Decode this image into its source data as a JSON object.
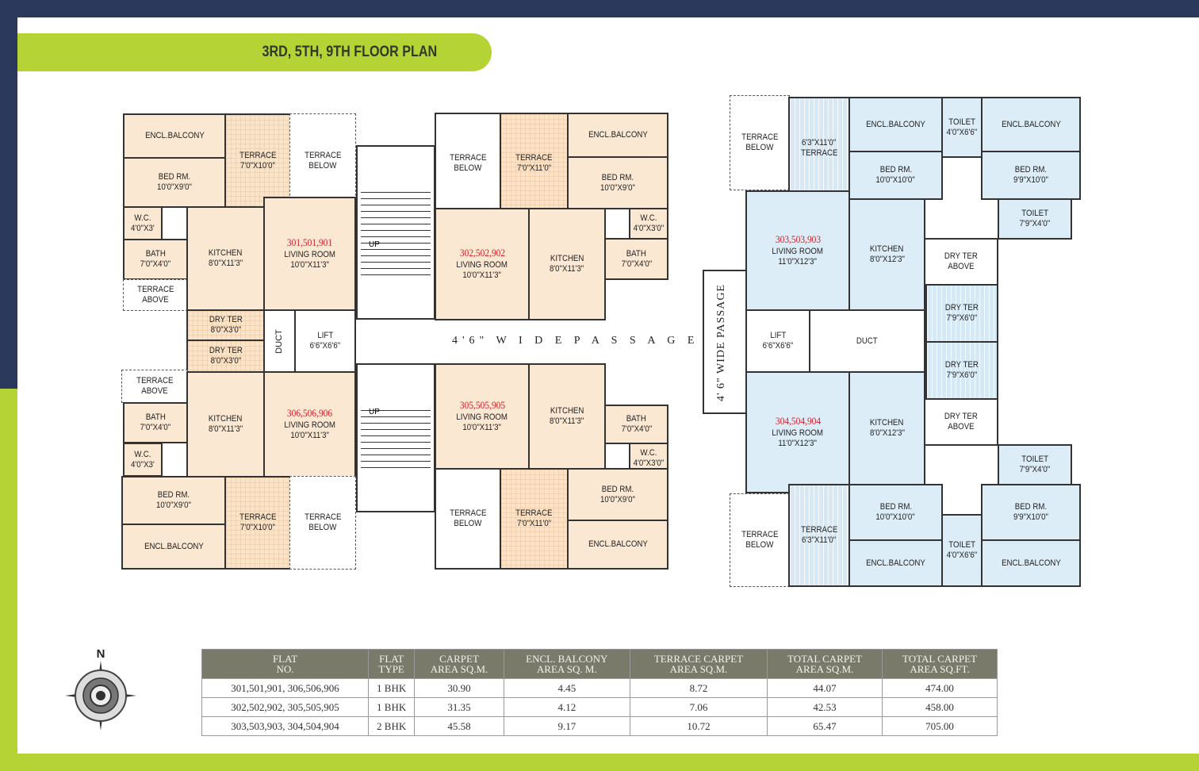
{
  "title": "3RD, 5TH, 9TH FLOOR PLAN",
  "colors": {
    "navy": "#2b3a5c",
    "lime": "#b5d334",
    "flat_1bhk": "#fbe8d3",
    "flat_2bhk": "#dcedf8",
    "flat_number": "#d0202a"
  },
  "compass": {
    "north": "N"
  },
  "passage_horizontal": "4'6\" W I D E  P A S S A G E",
  "passage_vertical": "4' 6\" WIDE  PASSAGE",
  "stairs": {
    "up": "UP"
  },
  "flats": {
    "f301": {
      "number": "301,501,901",
      "balcony": {
        "name": "ENCL.BALCONY"
      },
      "bed": {
        "name": "BED RM.",
        "size": "10'0\"X9'0\""
      },
      "terrace": {
        "name": "TERRACE",
        "size": "7'0\"X10'0\""
      },
      "terrace_below": {
        "name": "TERRACE",
        "size": "BELOW"
      },
      "wc": {
        "name": "W.C.",
        "size": "4'0\"X3'"
      },
      "bath": {
        "name": "BATH",
        "size": "7'0\"X4'0\""
      },
      "terrace_above": {
        "name": "TERRACE",
        "size": "ABOVE"
      },
      "kitchen": {
        "name": "KITCHEN",
        "size": "8'0\"X11'3\""
      },
      "living": {
        "name": "LIVING ROOM",
        "size": "10'0\"X11'3\""
      },
      "dry": {
        "name": "DRY TER",
        "size": "8'0\"X3'0\""
      }
    },
    "f306": {
      "number": "306,506,906",
      "balcony": {
        "name": "ENCL.BALCONY"
      },
      "bed": {
        "name": "BED RM.",
        "size": "10'0\"X9'0\""
      },
      "terrace": {
        "name": "TERRACE",
        "size": "7'0\"X10'0\""
      },
      "terrace_below": {
        "name": "TERRACE",
        "size": "BELOW"
      },
      "wc": {
        "name": "W.C.",
        "size": "4'0\"X3'"
      },
      "bath": {
        "name": "BATH",
        "size": "7'0\"X4'0\""
      },
      "terrace_above": {
        "name": "TERRACE",
        "size": "ABOVE"
      },
      "kitchen": {
        "name": "KITCHEN",
        "size": "8'0\"X11'3\""
      },
      "living": {
        "name": "LIVING ROOM",
        "size": "10'0\"X11'3\""
      },
      "dry": {
        "name": "DRY TER",
        "size": "8'0\"X3'0\""
      }
    },
    "f302": {
      "number": "302,502,902",
      "balcony": {
        "name": "ENCL.BALCONY"
      },
      "bed": {
        "name": "BED RM.",
        "size": "10'0\"X9'0\""
      },
      "terrace": {
        "name": "TERRACE",
        "size": "7'0\"X11'0\""
      },
      "terrace_below": {
        "name": "TERRACE",
        "size": "BELOW"
      },
      "wc": {
        "name": "W.C.",
        "size": "4'0\"X3'0\""
      },
      "bath": {
        "name": "BATH",
        "size": "7'0\"X4'0\""
      },
      "kitchen": {
        "name": "KITCHEN",
        "size": "8'0\"X11'3\""
      },
      "living": {
        "name": "LIVING ROOM",
        "size": "10'0\"X11'3\""
      }
    },
    "f305": {
      "number": "305,505,905",
      "balcony": {
        "name": "ENCL.BALCONY"
      },
      "bed": {
        "name": "BED RM.",
        "size": "10'0\"X9'0\""
      },
      "terrace": {
        "name": "TERRACE",
        "size": "7'0\"X11'0\""
      },
      "terrace_below": {
        "name": "TERRACE",
        "size": "BELOW"
      },
      "wc": {
        "name": "W.C.",
        "size": "4'0\"X3'0\""
      },
      "bath": {
        "name": "BATH",
        "size": "7'0\"X4'0\""
      },
      "kitchen": {
        "name": "KITCHEN",
        "size": "8'0\"X11'3\""
      },
      "living": {
        "name": "LIVING ROOM",
        "size": "10'0\"X11'3\""
      }
    },
    "f303": {
      "number": "303,503,903",
      "terrace_below": {
        "name": "TERRACE",
        "size": "BELOW"
      },
      "terrace": {
        "name": "6'3\"X11'0\"",
        "size": "TERRACE"
      },
      "balcony1": {
        "name": "ENCL.BALCONY"
      },
      "bed1": {
        "name": "BED RM.",
        "size": "10'0\"X10'0\""
      },
      "toilet1": {
        "name": "TOILET",
        "size": "4'0\"X6'6\""
      },
      "balcony2": {
        "name": "ENCL.BALCONY"
      },
      "bed2": {
        "name": "BED RM.",
        "size": "9'9\"X10'0\""
      },
      "toilet2": {
        "name": "TOILET",
        "size": "7'9\"X4'0\""
      },
      "living": {
        "name": "LIVING ROOM",
        "size": "11'0\"X12'3\""
      },
      "kitchen": {
        "name": "KITCHEN",
        "size": "8'0\"X12'3\""
      },
      "dry_above": {
        "name": "DRY TER",
        "size": "ABOVE"
      },
      "dry": {
        "name": "DRY TER",
        "size": "7'9\"X6'0\""
      }
    },
    "f304": {
      "number": "304,504,904",
      "terrace_below": {
        "name": "TERRACE",
        "size": "BELOW"
      },
      "terrace": {
        "name": "TERRACE",
        "size": "6'3\"X11'0\""
      },
      "balcony1": {
        "name": "ENCL.BALCONY"
      },
      "bed1": {
        "name": "BED RM.",
        "size": "10'0\"X10'0\""
      },
      "toilet1": {
        "name": "TOILET",
        "size": "4'0\"X6'6\""
      },
      "balcony2": {
        "name": "ENCL.BALCONY"
      },
      "bed2": {
        "name": "BED RM.",
        "size": "9'9\"X10'0\""
      },
      "toilet2": {
        "name": "TOILET",
        "size": "7'9\"X4'0\""
      },
      "living": {
        "name": "LIVING ROOM",
        "size": "11'0\"X12'3\""
      },
      "kitchen": {
        "name": "KITCHEN",
        "size": "8'0\"X12'3\""
      },
      "dry_above": {
        "name": "DRY TER",
        "size": "ABOVE"
      },
      "dry": {
        "name": "DRY TER",
        "size": "7'9\"X6'0\""
      }
    }
  },
  "core": {
    "duct": {
      "name": "DUCT"
    },
    "lift": {
      "name": "LIFT",
      "size": "6'6\"X6'6\""
    },
    "duct2": {
      "name": "DUCT"
    },
    "lift2": {
      "name": "LIFT",
      "size": "6'6\"X6'6\""
    }
  },
  "table": {
    "headers": [
      [
        "FLAT",
        "NO."
      ],
      [
        "FLAT",
        "TYPE"
      ],
      [
        "CARPET",
        "AREA SQ.M."
      ],
      [
        "ENCL. BALCONY",
        "AREA SQ. M."
      ],
      [
        "TERRACE CARPET",
        "AREA SQ.M."
      ],
      [
        "TOTAL CARPET",
        "AREA SQ.M."
      ],
      [
        "TOTAL CARPET",
        "AREA SQ.FT."
      ]
    ],
    "rows": [
      [
        "301,501,901, 306,506,906",
        "1 BHK",
        "30.90",
        "4.45",
        "8.72",
        "44.07",
        "474.00"
      ],
      [
        "302,502,902, 305,505,905",
        "1 BHK",
        "31.35",
        "4.12",
        "7.06",
        "42.53",
        "458.00"
      ],
      [
        "303,503,903, 304,504,904",
        "2 BHK",
        "45.58",
        "9.17",
        "10.72",
        "65.47",
        "705.00"
      ]
    ]
  }
}
